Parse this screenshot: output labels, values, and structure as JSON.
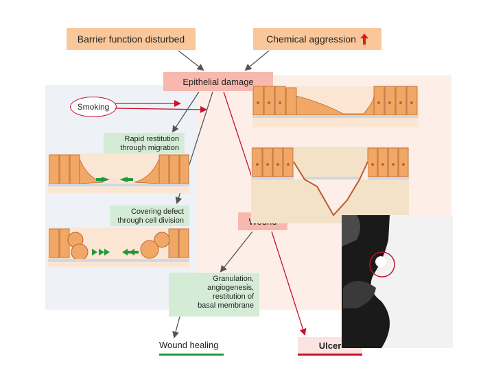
{
  "boxes": {
    "barrier": "Barrier function disturbed",
    "chemical": "Chemical aggression",
    "epithelial": "Epithelial damage",
    "smoking": "Smoking",
    "rapid_line1": "Rapid restitution",
    "rapid_line2": "through migration",
    "covering_line1": "Covering defect",
    "covering_line2": "through cell division",
    "wound": "Wound",
    "granulation_line1": "Granulation,",
    "granulation_line2": "angiogenesis,",
    "granulation_line3": "restitution of",
    "granulation_line4": "basal membrane",
    "wound_healing": "Wound healing",
    "ulcer": "Ulcer"
  },
  "colors": {
    "peach": "#f9c79a",
    "pink": "#f7b8ad",
    "green_box": "#d4ecd6",
    "red_arrow": "#c8102e",
    "green_arrow": "#1e9a3a",
    "cell_orange": "#f1a766"
  }
}
